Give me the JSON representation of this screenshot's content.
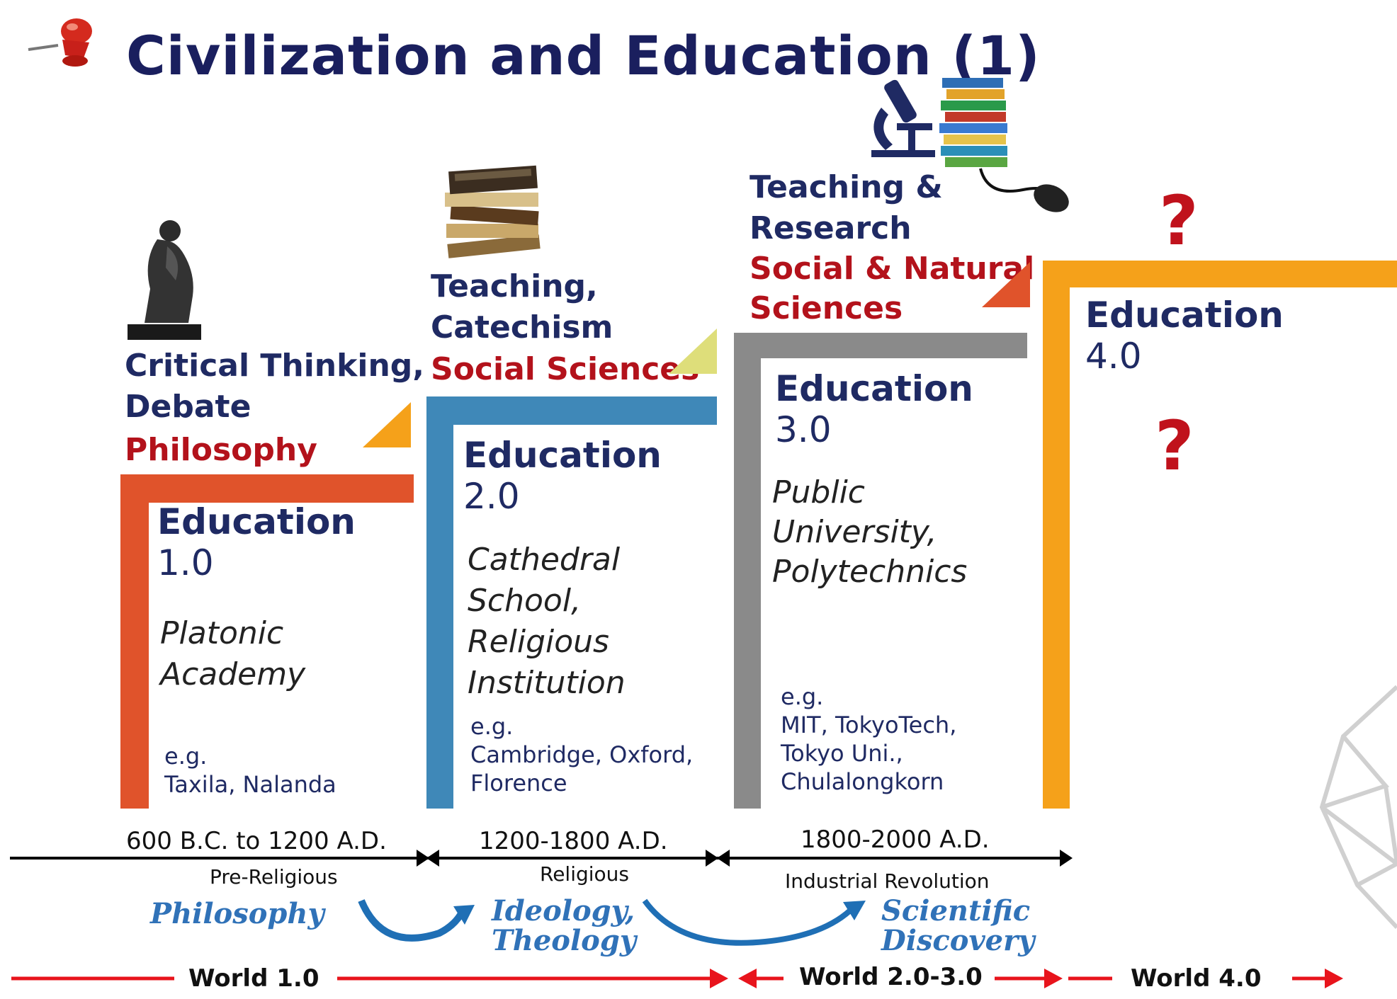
{
  "title": "Civilization and Education (1)",
  "stages": [
    {
      "focus_lines": [
        "Critical Thinking,",
        "Debate"
      ],
      "discipline": "Philosophy",
      "edu_lines": [
        "Education",
        "1.0"
      ],
      "inst_lines": [
        "Platonic",
        "Academy"
      ],
      "eg_label": "e.g.",
      "eg_lines": [
        "Taxila, Nalanda"
      ],
      "color": "#e0532b"
    },
    {
      "focus_lines": [
        "Teaching,",
        "Catechism"
      ],
      "discipline": "Social Sciences",
      "edu_lines": [
        "Education",
        "2.0"
      ],
      "inst_lines": [
        "Cathedral",
        "School,",
        "Religious",
        "Institution"
      ],
      "eg_label": "e.g.",
      "eg_lines": [
        "Cambridge, Oxford,",
        "Florence"
      ],
      "color": "#3f88b8"
    },
    {
      "focus_lines": [
        "Teaching &",
        "Research"
      ],
      "discipline_lines": [
        "Social & Natural",
        "Sciences"
      ],
      "edu_lines": [
        "Education",
        "3.0"
      ],
      "inst_lines": [
        "Public",
        "University,",
        "Polytechnics"
      ],
      "eg_label": "e.g.",
      "eg_lines": [
        "MIT, TokyoTech,",
        "Tokyo Uni.,",
        "Chulalongkorn"
      ],
      "color": "#8a8a8a"
    },
    {
      "edu_lines": [
        "Education",
        "4.0"
      ],
      "question_marks": [
        "?",
        "?"
      ],
      "color": "#f5a11a"
    }
  ],
  "timeline": [
    {
      "dates": "600 B.C. to 1200 A.D.",
      "era": "Pre-Religious"
    },
    {
      "dates": "1200-1800 A.D.",
      "era": "Religious"
    },
    {
      "dates": "1800-2000 A.D.",
      "era": "Industrial Revolution"
    }
  ],
  "paradigms": [
    {
      "lines": [
        "Philosophy"
      ]
    },
    {
      "lines": [
        "Ideology,",
        "Theology"
      ]
    },
    {
      "lines": [
        "Scientific",
        "Discovery"
      ]
    }
  ],
  "worlds": [
    "World 1.0",
    "World 2.0-3.0",
    "World 4.0"
  ],
  "icons": [
    "pushpin-icon",
    "thinker-statue-icon",
    "books-stack-icon",
    "microscope-icon",
    "books-mouse-icon"
  ],
  "colors": {
    "orange_red": "#e0532b",
    "blue": "#3f88b8",
    "gray": "#8a8a8a",
    "amber": "#f5a11a",
    "navy": "#1f2a63",
    "red": "#b3121b",
    "world_arrow": "#e8141c"
  }
}
